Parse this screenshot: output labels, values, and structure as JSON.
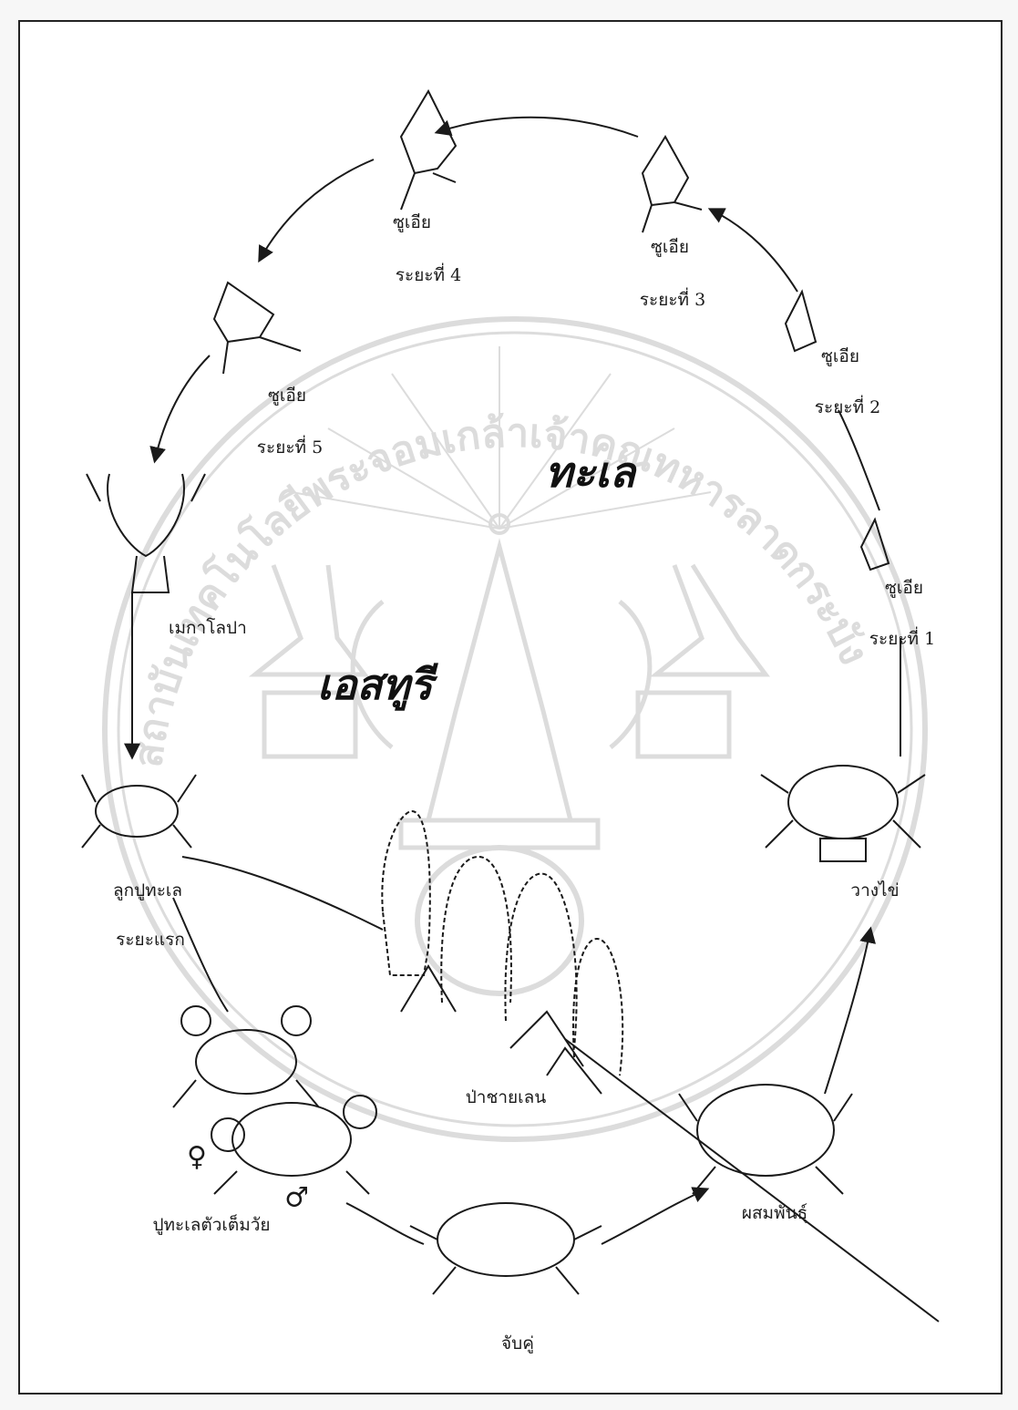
{
  "zones": {
    "sea": "ทะเล",
    "estuary": "เอสทูรี"
  },
  "stages": {
    "zoea1": {
      "name": "ซูเอีย",
      "stage": "ระยะที่ 1"
    },
    "zoea2": {
      "name": "ซูเอีย",
      "stage": "ระยะที่ 2"
    },
    "zoea3": {
      "name": "ซูเอีย",
      "stage": "ระยะที่ 3"
    },
    "zoea4": {
      "name": "ซูเอีย",
      "stage": "ระยะที่ 4"
    },
    "zoea5": {
      "name": "ซูเอีย",
      "stage": "ระยะที่ 5"
    },
    "megalopa": "เมกาโลปา",
    "juvenile": {
      "line1": "ลูกปูทะเล",
      "line2": "ระยะแรก"
    },
    "adult": "ปูทะเลตัวเต็มวัย",
    "pairing": "จับคู่",
    "mating": "ผสมพันธุ์",
    "spawning": "วางไข่",
    "mangrove": "ป่าชายเลน"
  },
  "symbols": {
    "female": "♀",
    "male": "♂"
  },
  "watermark": {
    "text": "สถาบันเทคโนโลยีพระจอมเกล้าเจ้าคุณทหารลาดกระบัง"
  },
  "colors": {
    "ink": "#1a1a1a",
    "watermark": "#dcdcdc",
    "page": "#ffffff"
  }
}
